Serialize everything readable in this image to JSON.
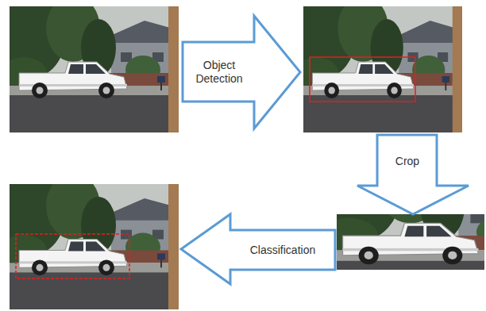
{
  "diagram": {
    "nodes": [
      {
        "text": [
          "Object Detection"
        ]
      },
      {
        "text": [
          "Crop"
        ]
      },
      {
        "text": [
          "Classification"
        ]
      }
    ]
  }
}
